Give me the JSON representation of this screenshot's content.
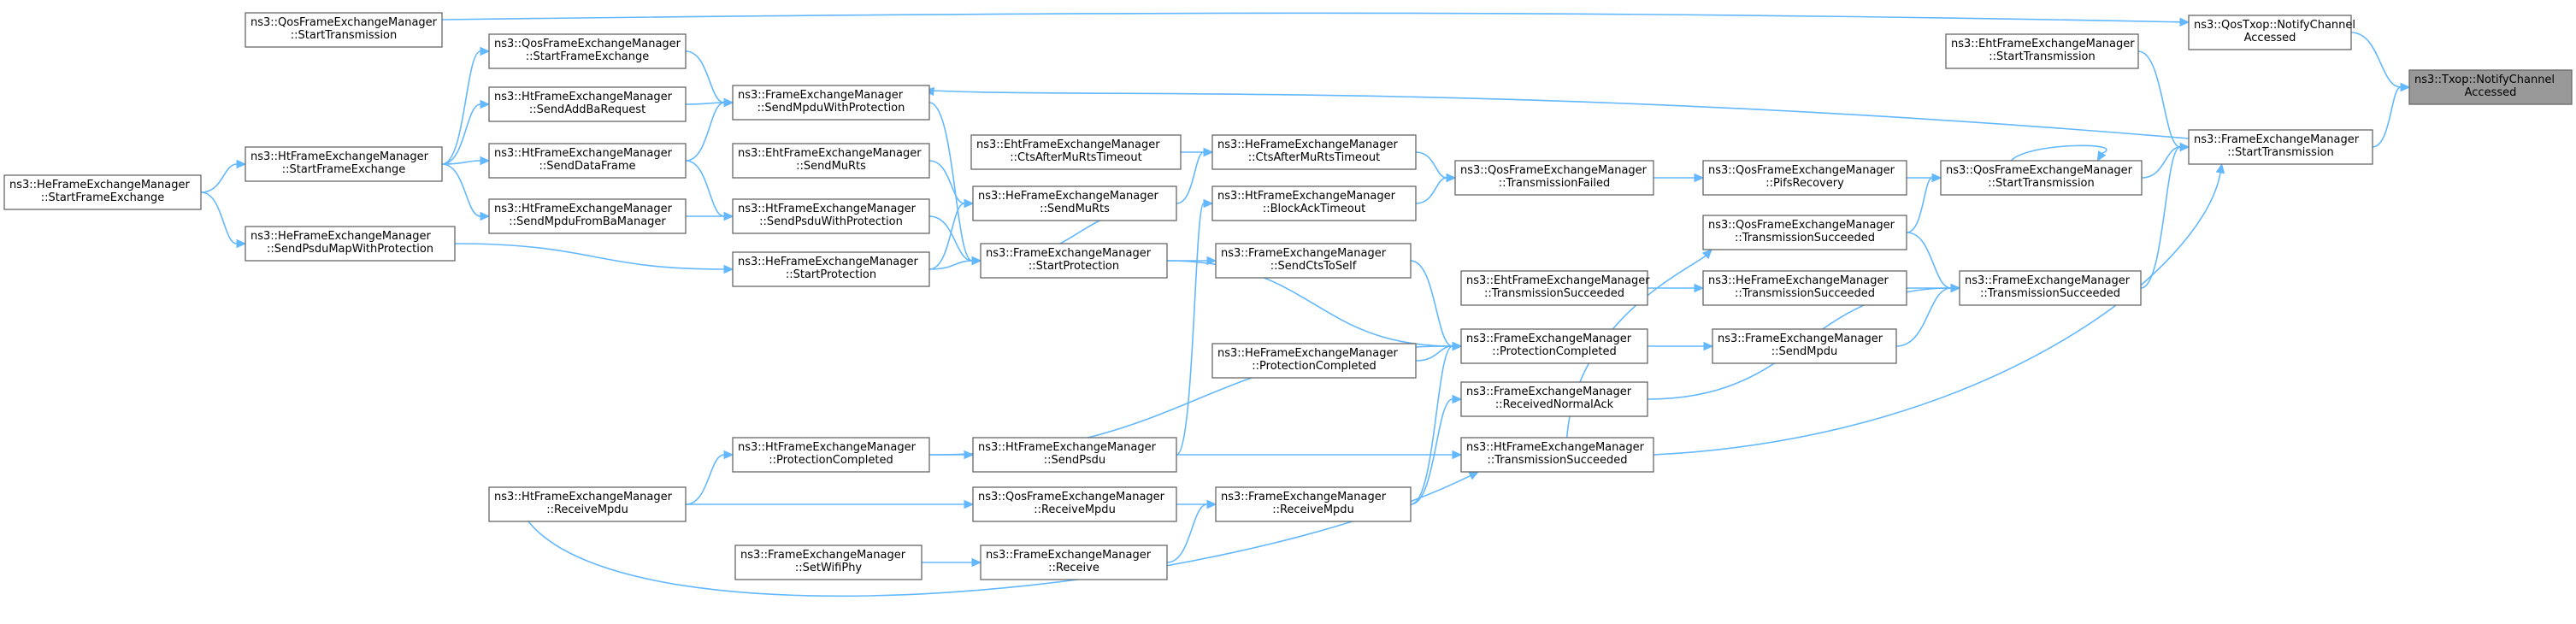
{
  "graph": {
    "root_node": "Txop_NotifyChannelAccessed",
    "nodes": [
      {
        "id": "Txop_NotifyChannelAccessed",
        "lines": [
          "ns3::Txop::NotifyChannel",
          "Accessed"
        ]
      },
      {
        "id": "QosTxop_NotifyChannelAccessed",
        "lines": [
          "ns3::QosTxop::NotifyChannel",
          "Accessed"
        ]
      },
      {
        "id": "FEM_StartTransmission",
        "lines": [
          "ns3::FrameExchangeManager",
          "::StartTransmission"
        ]
      },
      {
        "id": "QosFEM_StartTransmission_L",
        "lines": [
          "ns3::QosFrameExchangeManager",
          "::StartTransmission"
        ]
      },
      {
        "id": "EhtFEM_StartTransmission",
        "lines": [
          "ns3::EhtFrameExchangeManager",
          "::StartTransmission"
        ]
      },
      {
        "id": "QosFEM_StartTransmission_R",
        "lines": [
          "ns3::QosFrameExchangeManager",
          "::StartTransmission"
        ]
      },
      {
        "id": "FEM_TransmissionSucceeded",
        "lines": [
          "ns3::FrameExchangeManager",
          "::TransmissionSucceeded"
        ]
      },
      {
        "id": "QosFEM_PifsRecovery",
        "lines": [
          "ns3::QosFrameExchangeManager",
          "::PifsRecovery"
        ]
      },
      {
        "id": "QosFEM_TransmissionFailed",
        "lines": [
          "ns3::QosFrameExchangeManager",
          "::TransmissionFailed"
        ]
      },
      {
        "id": "QosFEM_TransmissionSucceeded",
        "lines": [
          "ns3::QosFrameExchangeManager",
          "::TransmissionSucceeded"
        ]
      },
      {
        "id": "HeFEM_TransmissionSucceeded",
        "lines": [
          "ns3::HeFrameExchangeManager",
          "::TransmissionSucceeded"
        ]
      },
      {
        "id": "FEM_SendMpdu",
        "lines": [
          "ns3::FrameExchangeManager",
          "::SendMpdu"
        ]
      },
      {
        "id": "EhtFEM_TransmissionSucceeded",
        "lines": [
          "ns3::EhtFrameExchangeManager",
          "::TransmissionSucceeded"
        ]
      },
      {
        "id": "FEM_ProtectionCompleted",
        "lines": [
          "ns3::FrameExchangeManager",
          "::ProtectionCompleted"
        ]
      },
      {
        "id": "FEM_ReceivedNormalAck",
        "lines": [
          "ns3::FrameExchangeManager",
          "::ReceivedNormalAck"
        ]
      },
      {
        "id": "HtFEM_TransmissionSucceeded",
        "lines": [
          "ns3::HtFrameExchangeManager",
          "::TransmissionSucceeded"
        ]
      },
      {
        "id": "HeFEM_CtsAfterMuRtsTimeout",
        "lines": [
          "ns3::HeFrameExchangeManager",
          "::CtsAfterMuRtsTimeout"
        ]
      },
      {
        "id": "EhtFEM_CtsAfterMuRtsTimeout",
        "lines": [
          "ns3::EhtFrameExchangeManager",
          "::CtsAfterMuRtsTimeout"
        ]
      },
      {
        "id": "HtFEM_BlockAckTimeout",
        "lines": [
          "ns3::HtFrameExchangeManager",
          "::BlockAckTimeout"
        ]
      },
      {
        "id": "FEM_SendCtsToSelf",
        "lines": [
          "ns3::FrameExchangeManager",
          "::SendCtsToSelf"
        ]
      },
      {
        "id": "HeFEM_ProtectionCompleted",
        "lines": [
          "ns3::HeFrameExchangeManager",
          "::ProtectionCompleted"
        ]
      },
      {
        "id": "FEM_ReceiveMpdu",
        "lines": [
          "ns3::FrameExchangeManager",
          "::ReceiveMpdu"
        ]
      },
      {
        "id": "FEM_Receive",
        "lines": [
          "ns3::FrameExchangeManager",
          "::Receive"
        ]
      },
      {
        "id": "FEM_SetWifiPhy",
        "lines": [
          "ns3::FrameExchangeManager",
          "::SetWifiPhy"
        ]
      },
      {
        "id": "QosFEM_ReceiveMpdu",
        "lines": [
          "ns3::QosFrameExchangeManager",
          "::ReceiveMpdu"
        ]
      },
      {
        "id": "HtFEM_SendPsdu",
        "lines": [
          "ns3::HtFrameExchangeManager",
          "::SendPsdu"
        ]
      },
      {
        "id": "HtFEM_ProtectionCompleted",
        "lines": [
          "ns3::HtFrameExchangeManager",
          "::ProtectionCompleted"
        ]
      },
      {
        "id": "HtFEM_ReceiveMpdu",
        "lines": [
          "ns3::HtFrameExchangeManager",
          "::ReceiveMpdu"
        ]
      },
      {
        "id": "FEM_StartProtection",
        "lines": [
          "ns3::FrameExchangeManager",
          "::StartProtection"
        ]
      },
      {
        "id": "HeFEM_SendMuRts",
        "lines": [
          "ns3::HeFrameExchangeManager",
          "::SendMuRts"
        ]
      },
      {
        "id": "EhtFEM_SendMuRts",
        "lines": [
          "ns3::EhtFrameExchangeManager",
          "::SendMuRts"
        ]
      },
      {
        "id": "FEM_SendMpduWithProtection",
        "lines": [
          "ns3::FrameExchangeManager",
          "::SendMpduWithProtection"
        ]
      },
      {
        "id": "HtFEM_SendPsduWithProtection",
        "lines": [
          "ns3::HtFrameExchangeManager",
          "::SendPsduWithProtection"
        ]
      },
      {
        "id": "HeFEM_StartProtection",
        "lines": [
          "ns3::HeFrameExchangeManager",
          "::StartProtection"
        ]
      },
      {
        "id": "QosFEM_StartFrameExchange",
        "lines": [
          "ns3::QosFrameExchangeManager",
          "::StartFrameExchange"
        ]
      },
      {
        "id": "HtFEM_SendAddBaRequest",
        "lines": [
          "ns3::HtFrameExchangeManager",
          "::SendAddBaRequest"
        ]
      },
      {
        "id": "HtFEM_SendDataFrame",
        "lines": [
          "ns3::HtFrameExchangeManager",
          "::SendDataFrame"
        ]
      },
      {
        "id": "HtFEM_SendMpduFromBaManager",
        "lines": [
          "ns3::HtFrameExchangeManager",
          "::SendMpduFromBaManager"
        ]
      },
      {
        "id": "HtFEM_StartFrameExchange",
        "lines": [
          "ns3::HtFrameExchangeManager",
          "::StartFrameExchange"
        ]
      },
      {
        "id": "HeFEM_SendPsduMapWithProtection",
        "lines": [
          "ns3::HeFrameExchangeManager",
          "::SendPsduMapWithProtection"
        ]
      },
      {
        "id": "HeFEM_StartFrameExchange",
        "lines": [
          "ns3::HeFrameExchangeManager",
          "::StartFrameExchange"
        ]
      }
    ]
  }
}
